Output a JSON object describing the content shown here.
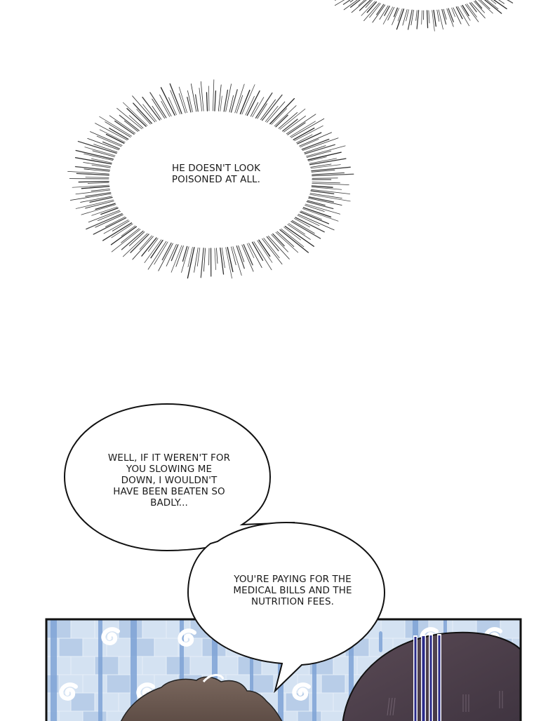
{
  "page": {
    "type": "webtoon-page",
    "background": "#ffffff"
  },
  "bubbles": [
    {
      "id": "burst-top-partial",
      "style": "thought-burst",
      "text": ""
    },
    {
      "id": "burst-1",
      "style": "thought-burst",
      "text": "HE DOESN'T LOOK\nPOISONED AT ALL."
    },
    {
      "id": "speech-1",
      "style": "speech",
      "text": "WELL, IF IT WEREN'T FOR\nYOU SLOWING ME\nDOWN, I WOULDN'T\nHAVE BEEN BEATEN SO\nBADLY..."
    },
    {
      "id": "speech-2",
      "style": "speech",
      "text": "YOU'RE PAYING FOR THE\nMEDICAL BILLS AND THE\nNUTRITION FEES."
    }
  ],
  "panel": {
    "border_color": "#111111",
    "background_color": "#c9daee",
    "stripe_color": "#7fa3d6",
    "swirl_color": "#ffffff",
    "left_hair_color": "#6b5a52",
    "right_hair_color": "#4a3f47",
    "gloom_line_color": "#2a2a8a"
  }
}
